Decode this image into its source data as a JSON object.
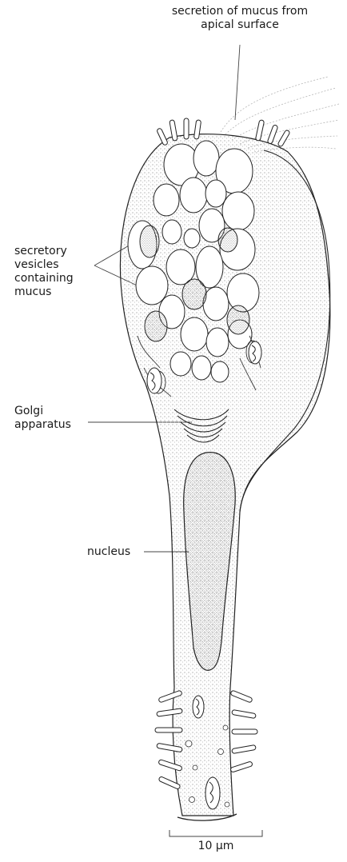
{
  "labels": {
    "secretion": "secretion of mucus from\napical surface",
    "secretory_vesicles": "secretory\nvesicles\ncontaining\nmucus",
    "golgi": "Golgi\napparatus",
    "nucleus": "nucleus",
    "scale": "10 μm"
  },
  "colors": {
    "ink": "#222222",
    "stipple": "#9a9a9a",
    "background": "#ffffff"
  }
}
